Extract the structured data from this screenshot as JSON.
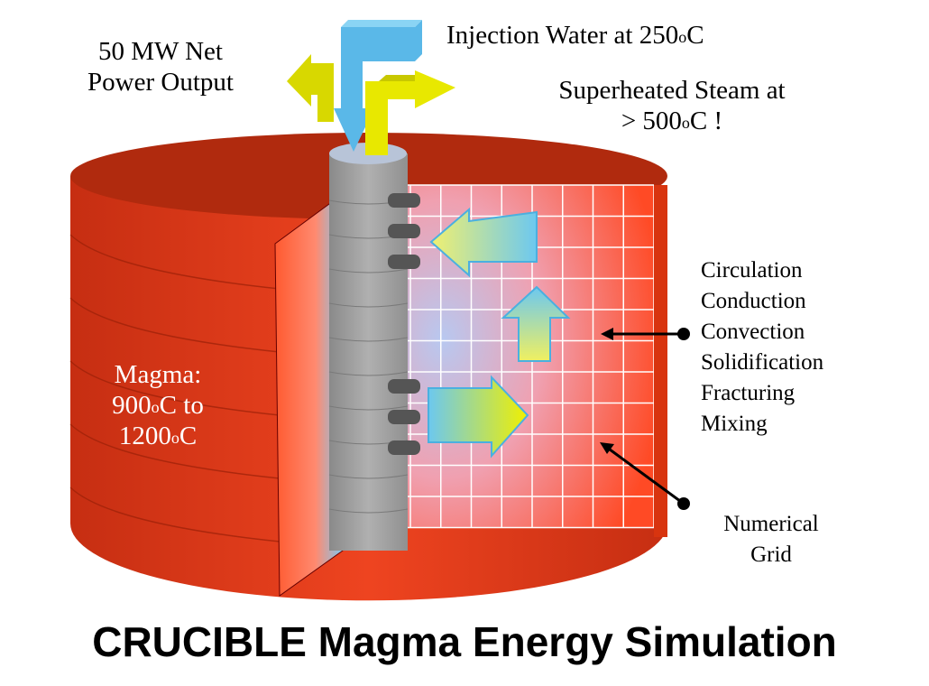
{
  "labels": {
    "power_line1": "50 MW Net",
    "power_line2": "Power Output",
    "injection_prefix": "Injection Water at 250",
    "injection_sup": "o",
    "injection_suffix": "C",
    "steam_line1": "Superheated Steam at",
    "steam_line2_prefix": "> 500",
    "steam_line2_sup": "o",
    "steam_line2_suffix": "C !",
    "magma_line1": "Magma:",
    "magma_line2_prefix": "900",
    "magma_line2_sup": "o",
    "magma_line2_suffix": "C to",
    "magma_line3_prefix": "1200",
    "magma_line3_sup": "o",
    "magma_line3_suffix": "C",
    "processes": [
      "Circulation",
      "Conduction",
      "Convection",
      "Solidification",
      "Fracturing",
      "Mixing"
    ],
    "grid_line1": "Numerical",
    "grid_line2": "Grid"
  },
  "title": "CRUCIBLE Magma Energy Simulation",
  "colors": {
    "magma": "#e8391a",
    "magma_dark": "#b52a10",
    "pipe": "#9a9a9a",
    "water": "#5ab8e8",
    "steam": "#e0e000"
  }
}
